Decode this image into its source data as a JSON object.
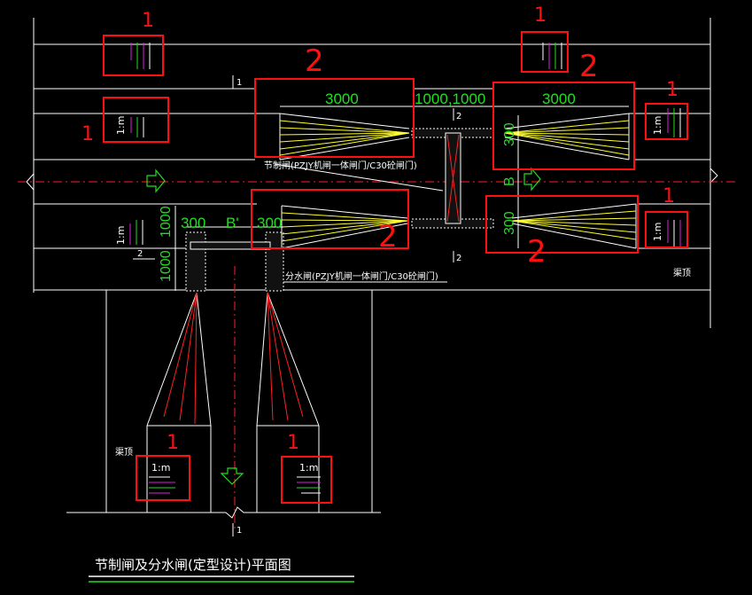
{
  "drawing": {
    "title": "节制闸及分水闸(定型设计)平面图",
    "check_gate_label": "节制闸(PZJY机闸一体闸门/C30砼闸门)",
    "diversion_gate_label": "分水闸(PZJY机闸一体闸门/C30砼闸门)",
    "crest_label_right": "渠顶",
    "crest_label_left": "渠顶",
    "section_marks": {
      "top": "1",
      "bottom": "1",
      "left": "2",
      "right_top": "2",
      "right_bottom": "2"
    },
    "dimensions": {
      "top_left_length": "3000",
      "top_right_length": "3000",
      "middle_gap": "1000,1000",
      "left_w1": "300",
      "left_b": "B'",
      "left_w2": "300",
      "left_v1": "1000",
      "left_v2": "1000",
      "right_v_top": "300",
      "right_b": "B",
      "right_v_bottom": "300"
    },
    "slope_scale": "1:m"
  },
  "annotations": {
    "mark_1": "1",
    "mark_2": "2"
  },
  "colors": {
    "background": "#000000",
    "line": "#ffffff",
    "dimension": "#22dd22",
    "annotation": "#ff1010",
    "slope_yellow": "#ffff33",
    "slope_red": "#ff2020",
    "slope_green": "#22dd22",
    "slope_magenta": "#dd22dd",
    "arrow": "#22dd22",
    "centerline": "#ff2020"
  }
}
